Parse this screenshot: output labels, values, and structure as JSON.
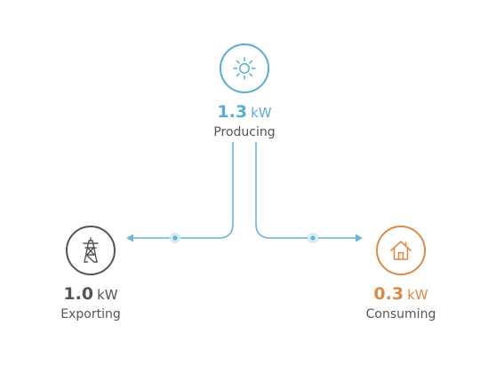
{
  "colors": {
    "producing": "#5AADCB",
    "exporting": "#555555",
    "consuming": "#DB8B47",
    "flow_line": "#6FB6D6",
    "flow_dot": "#6FB6D6",
    "flow_halo": "#D6ECF5",
    "label_text": "#555555"
  },
  "nodes": {
    "producing": {
      "value": "1.3",
      "unit": "kW",
      "label": "Producing",
      "icon": "sun-icon"
    },
    "exporting": {
      "value": "1.0",
      "unit": "kW",
      "label": "Exporting",
      "icon": "power-tower-icon"
    },
    "consuming": {
      "value": "0.3",
      "unit": "kW",
      "label": "Consuming",
      "icon": "house-icon"
    }
  },
  "flows": [
    {
      "from": "producing",
      "to": "exporting",
      "direction": "left"
    },
    {
      "from": "producing",
      "to": "consuming",
      "direction": "right"
    }
  ]
}
